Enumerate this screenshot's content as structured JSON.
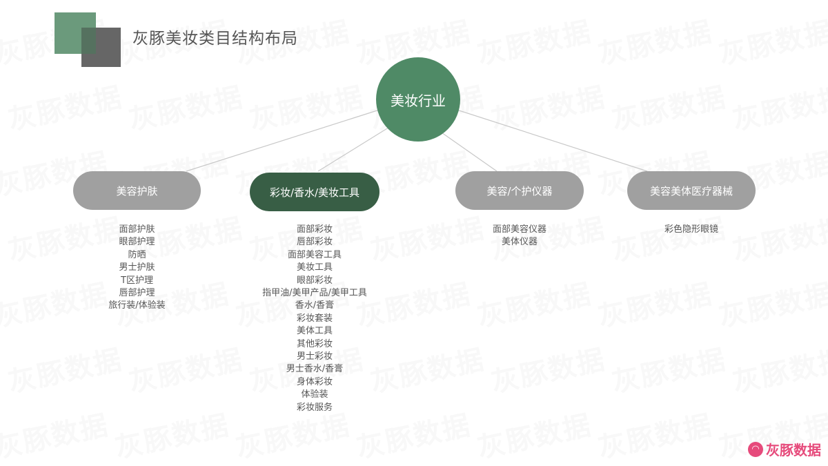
{
  "header": {
    "title": "灰豚美妆类目结构布局"
  },
  "colors": {
    "root": "#4f8a66",
    "active_pill": "#385e45",
    "pill": "#a0a0a0",
    "line": "#c8c8c8",
    "square_green": "#6b9a7c",
    "square_gray": "#666666",
    "brand": "#e64a7b"
  },
  "watermark": {
    "text": "灰豚数据"
  },
  "diagram": {
    "root": "美妆行业",
    "categories": [
      {
        "label": "美容护肤",
        "active": false,
        "items": [
          "面部护肤",
          "眼部护理",
          "防晒",
          "男士护肤",
          "T区护理",
          "唇部护理",
          "旅行装/体验装"
        ]
      },
      {
        "label": "彩妆/香水/美妆工具",
        "active": true,
        "items": [
          "面部彩妆",
          "唇部彩妆",
          "面部美容工具",
          "美妆工具",
          "眼部彩妆",
          "指甲油/美甲产品/美甲工具",
          "香水/香膏",
          "彩妆套装",
          "美体工具",
          "其他彩妆",
          "男士彩妆",
          "男士香水/香膏",
          "身体彩妆",
          "体验装",
          "彩妆服务"
        ]
      },
      {
        "label": "美容/个护仪器",
        "active": false,
        "items": [
          "面部美容仪器",
          "美体仪器"
        ]
      },
      {
        "label": "美容美体医疗器械",
        "active": false,
        "items": [
          "彩色隐形眼镜"
        ]
      }
    ]
  },
  "logo": {
    "icon": "huitun-logo-icon",
    "text": "灰豚数据"
  }
}
